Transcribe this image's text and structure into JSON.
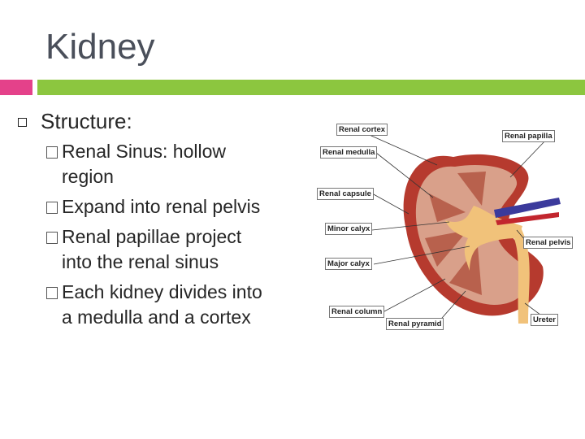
{
  "slide": {
    "title": "Kidney",
    "heading": "Structure:",
    "points": [
      {
        "line1": "Renal Sinus: hollow",
        "line2": "region"
      },
      {
        "line1": "Expand into renal pelvis",
        "line2": ""
      },
      {
        "line1": "Renal papillae project",
        "line2": "into the renal sinus"
      },
      {
        "line1": "Each kidney divides into",
        "line2": "a medulla and a cortex"
      }
    ]
  },
  "diagram": {
    "labels": {
      "renal_cortex": "Renal cortex",
      "renal_papilla": "Renal papilla",
      "renal_medulla": "Renal medulla",
      "renal_capsule": "Renal capsule",
      "minor_calyx": "Minor calyx",
      "major_calyx": "Major calyx",
      "renal_pelvis": "Renal pelvis",
      "renal_column": "Renal column",
      "renal_pyramid": "Renal pyramid",
      "ureter": "Ureter"
    }
  },
  "colors": {
    "pink_bar": "#e4418a",
    "green_bar": "#8cc63f",
    "kidney_cortex": "#b63a2e",
    "kidney_medulla": "#d9a08a",
    "pelvis": "#f1c27a"
  }
}
